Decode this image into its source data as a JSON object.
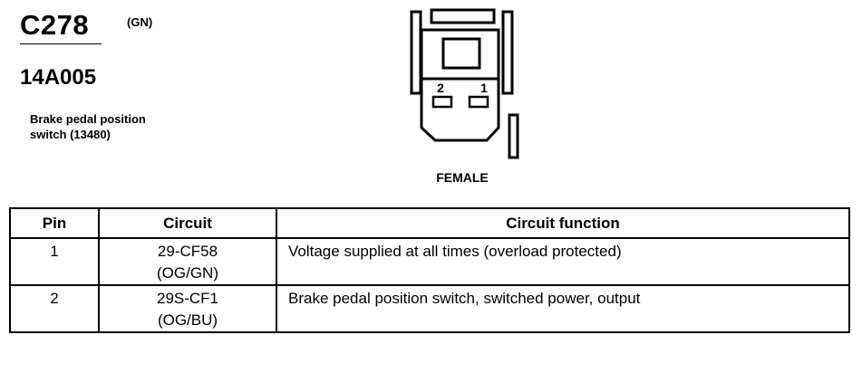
{
  "connector": {
    "id": "C278",
    "color_code": "(GN)",
    "part_number": "14A005",
    "description": [
      "Brake pedal position",
      "switch (13480)"
    ],
    "pin_labels": [
      "2",
      "1"
    ],
    "view": "FEMALE"
  },
  "table": {
    "headers": [
      "Pin",
      "Circuit",
      "Circuit function"
    ],
    "rows": [
      {
        "pin": "1",
        "circuit": "29-CF58",
        "wire_color": "(OG/GN)",
        "function": "Voltage supplied at all times (overload protected)"
      },
      {
        "pin": "2",
        "circuit": "29S-CF1",
        "wire_color": "(OG/BU)",
        "function": "Brake pedal position switch, switched power, output"
      }
    ]
  }
}
